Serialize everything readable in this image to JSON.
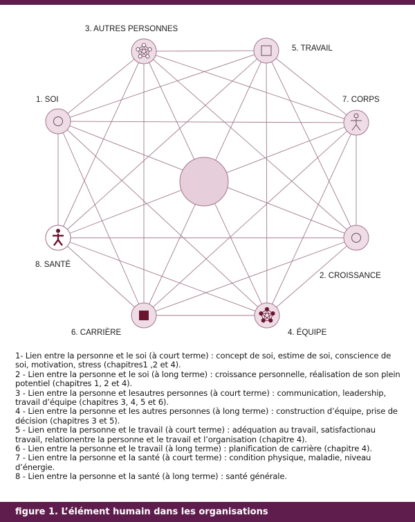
{
  "diagram": {
    "nodes": [
      {
        "id": "soi",
        "label": "1. SOI",
        "icon": "circle-outline-icon"
      },
      {
        "id": "croissance",
        "label": "2. CROISSANCE",
        "icon": "circle-outline-icon"
      },
      {
        "id": "autres",
        "label": "3. AUTRES PERSONNES",
        "icon": "network-outline-icon"
      },
      {
        "id": "equipe",
        "label": "4. ÉQUIPE",
        "icon": "network-filled-icon"
      },
      {
        "id": "travail",
        "label": "5. TRAVAIL",
        "icon": "square-outline-icon"
      },
      {
        "id": "carriere",
        "label": "6. CARRIÈRE",
        "icon": "square-filled-icon"
      },
      {
        "id": "corps",
        "label": "7. CORPS",
        "icon": "person-outline-icon"
      },
      {
        "id": "sante",
        "label": "8. SANTÉ",
        "icon": "person-filled-icon"
      }
    ],
    "colors": {
      "node_fill": "#efdde6",
      "node_stroke": "#a2748c",
      "center_fill": "#e6cfdb",
      "edge": "#a07a8e",
      "icon_dark": "#6a1631",
      "brand": "#5e1d4d"
    }
  },
  "legend": [
    "1- Lien entre la personne et le soi (à court terme) : concept de soi, estime de soi, conscience de soi, motivation, stress (chapitres1 ,2 et 4).",
    "2 - Lien entre la personne et le soi (à long terme) : croissance personnelle, réalisation de son plein potentiel (chapitres 1, 2 et 4).",
    "3 - Lien entre la personne et lesautres personnes (à court terme) : communication, leadership, travail d’équipe (chapitres 3, 4, 5 et 6).",
    "4 - Lien entre la personne et les autres personnes (à long terme) : construction d’équipe, prise de décision (chapitres 3 et 5).",
    "5 - Lien entre la personne et le travail (à court terme) : adéquation au travail, satisfactionau travail, relationentre la personne et le travail et l’organisation (chapitre 4).",
    "6 - Lien entre la personne et le travail (à long terme) : planification de carrière (chapitre 4).",
    "7 - Lien entre la personne et la santé (à court terme) : condition physique, maladie, niveau d’énergie.",
    "8 - Lien entre la personne et la santé (à long terme) : santé générale."
  ],
  "caption": "figure 1. L’élément humain dans les organisations"
}
